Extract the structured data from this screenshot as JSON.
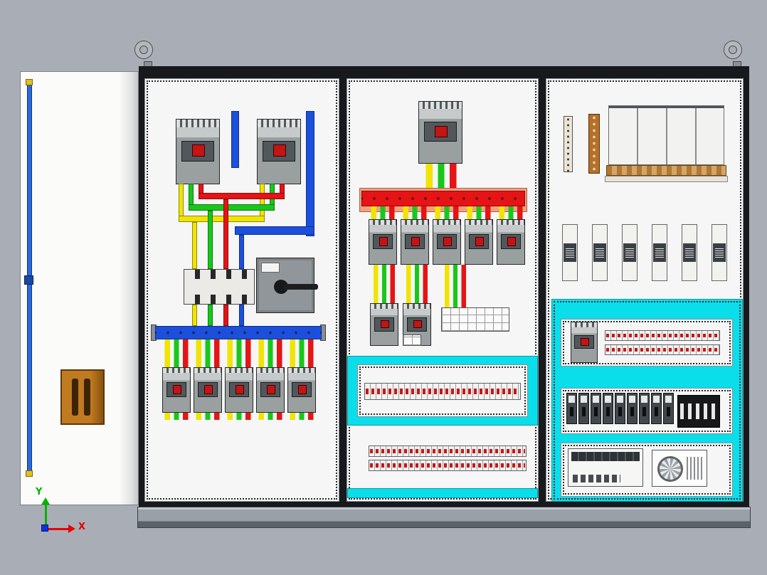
{
  "axis_triad": {
    "x_label": "X",
    "y_label": "Y",
    "x_color": "#e80000",
    "y_color": "#00b400",
    "origin_color": "#1030e0"
  },
  "palette": {
    "viewport_background": "#a9aeb6",
    "phase_yellow": "#f0e400",
    "phase_green": "#18c818",
    "phase_red": "#e61414",
    "neutral_blue": "#1c50dc",
    "rail_cyan": "#0adeea",
    "frame_dark": "#17191c",
    "panel_white": "#f5f6f5",
    "door_handle_brown": "#b06a18",
    "backplate_salmon": "#f0a080"
  },
  "cabinet": {
    "lifting_eyes": 2,
    "sections": {
      "incoming": {
        "main_breakers": 2,
        "outgoing_breakers": 5
      },
      "feeder": {
        "incoming_breakers": 1,
        "feeder_breakers": 5,
        "sub_breakers": 2
      },
      "control": {
        "fuse_switches": 6,
        "mini_breakers": 9
      }
    }
  }
}
